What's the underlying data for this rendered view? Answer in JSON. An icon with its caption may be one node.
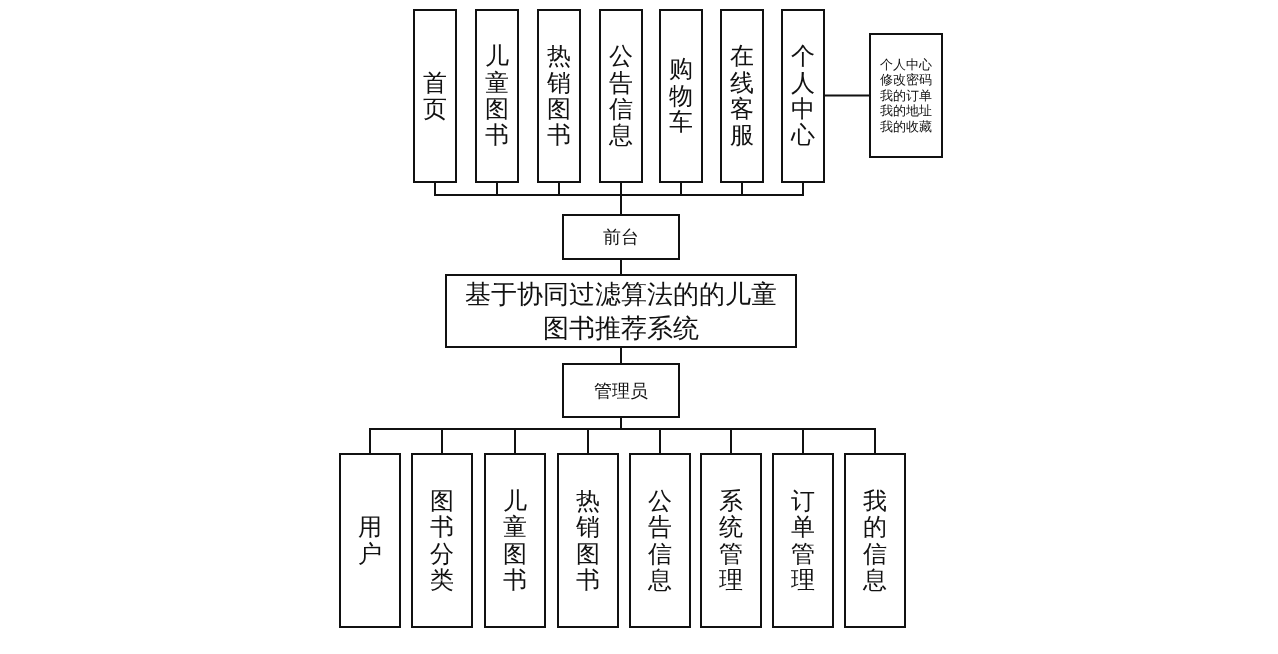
{
  "diagram": {
    "nodes": [
      {
        "text": [
          "首页"
        ]
      },
      {
        "text": [
          "儿童图书"
        ]
      },
      {
        "text": [
          "热销图书"
        ]
      },
      {
        "text": [
          "公告信息"
        ]
      },
      {
        "text": [
          "购物车"
        ]
      },
      {
        "text": [
          "在线客服"
        ]
      },
      {
        "text": [
          "个人中心"
        ]
      },
      {
        "text": [
          "个人中心",
          "修改密码",
          "我的订单",
          "我的地址",
          "我的收藏"
        ]
      },
      {
        "text": [
          "前台"
        ]
      },
      {
        "text": [
          "基于协同过滤算法的的儿童图书推荐系统"
        ]
      },
      {
        "text": [
          "管理员"
        ]
      },
      {
        "text": [
          "用户"
        ]
      },
      {
        "text": [
          "图书分类"
        ]
      },
      {
        "text": [
          "儿童图书"
        ]
      },
      {
        "text": [
          "热销图书"
        ]
      },
      {
        "text": [
          "公告信息"
        ]
      },
      {
        "text": [
          "系统管理"
        ]
      },
      {
        "text": [
          "订单管理"
        ]
      },
      {
        "text": [
          "我的信息"
        ]
      }
    ],
    "edges": [
      {
        "from": 8,
        "to": 0,
        "arrow": "none"
      },
      {
        "from": 8,
        "to": 1,
        "arrow": "none"
      },
      {
        "from": 8,
        "to": 2,
        "arrow": "none"
      },
      {
        "from": 8,
        "to": 3,
        "arrow": "none"
      },
      {
        "from": 8,
        "to": 4,
        "arrow": "none"
      },
      {
        "from": 8,
        "to": 5,
        "arrow": "none"
      },
      {
        "from": 8,
        "to": 6,
        "arrow": "none"
      },
      {
        "from": 6,
        "to": 7,
        "arrow": "none"
      },
      {
        "from": 8,
        "to": 9,
        "arrow": "none"
      },
      {
        "from": 9,
        "to": 10,
        "arrow": "none"
      },
      {
        "from": 10,
        "to": 11,
        "arrow": "none"
      },
      {
        "from": 10,
        "to": 12,
        "arrow": "none"
      },
      {
        "from": 10,
        "to": 13,
        "arrow": "none"
      },
      {
        "from": 10,
        "to": 14,
        "arrow": "none"
      },
      {
        "from": 10,
        "to": 15,
        "arrow": "none"
      },
      {
        "from": 10,
        "to": 16,
        "arrow": "none"
      },
      {
        "from": 10,
        "to": 17,
        "arrow": "none"
      },
      {
        "from": 10,
        "to": 18,
        "arrow": "none"
      }
    ]
  }
}
